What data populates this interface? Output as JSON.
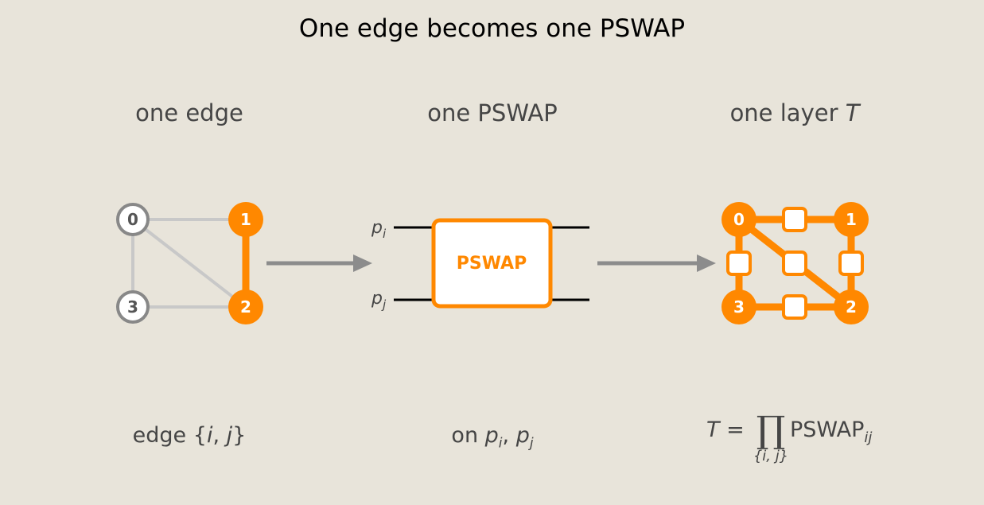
{
  "title": "One edge becomes one PSWAP",
  "panels": {
    "left": {
      "heading": "one edge"
    },
    "middle": {
      "heading": "one PSWAP",
      "gate_label": "PSWAP",
      "wire_top": "p",
      "wire_top_sub": "i",
      "wire_bottom": "p",
      "wire_bottom_sub": "j"
    },
    "right": {
      "heading_prefix": "one layer ",
      "heading_var": "T"
    }
  },
  "nodes": [
    "0",
    "1",
    "2",
    "3"
  ],
  "footers": {
    "left": {
      "prefix": "edge {",
      "i": "i",
      "sep": ", ",
      "j": "j",
      "suffix": "}"
    },
    "middle": {
      "prefix": "on ",
      "p1": "p",
      "p1_sub": "i",
      "sep": ", ",
      "p2": "p",
      "p2_sub": "j"
    },
    "right": {
      "T": "T",
      "eq": " = ",
      "prod": "∏",
      "prod_sub": "{i, j}",
      "op": "PSWAP",
      "op_sub": "ij"
    }
  },
  "colors": {
    "accent": "#ff8800",
    "inactive_edge": "#c8c8c8",
    "inactive_node_stroke": "#888888",
    "arrow": "#8c8c8c",
    "background": "#e8e4da"
  }
}
